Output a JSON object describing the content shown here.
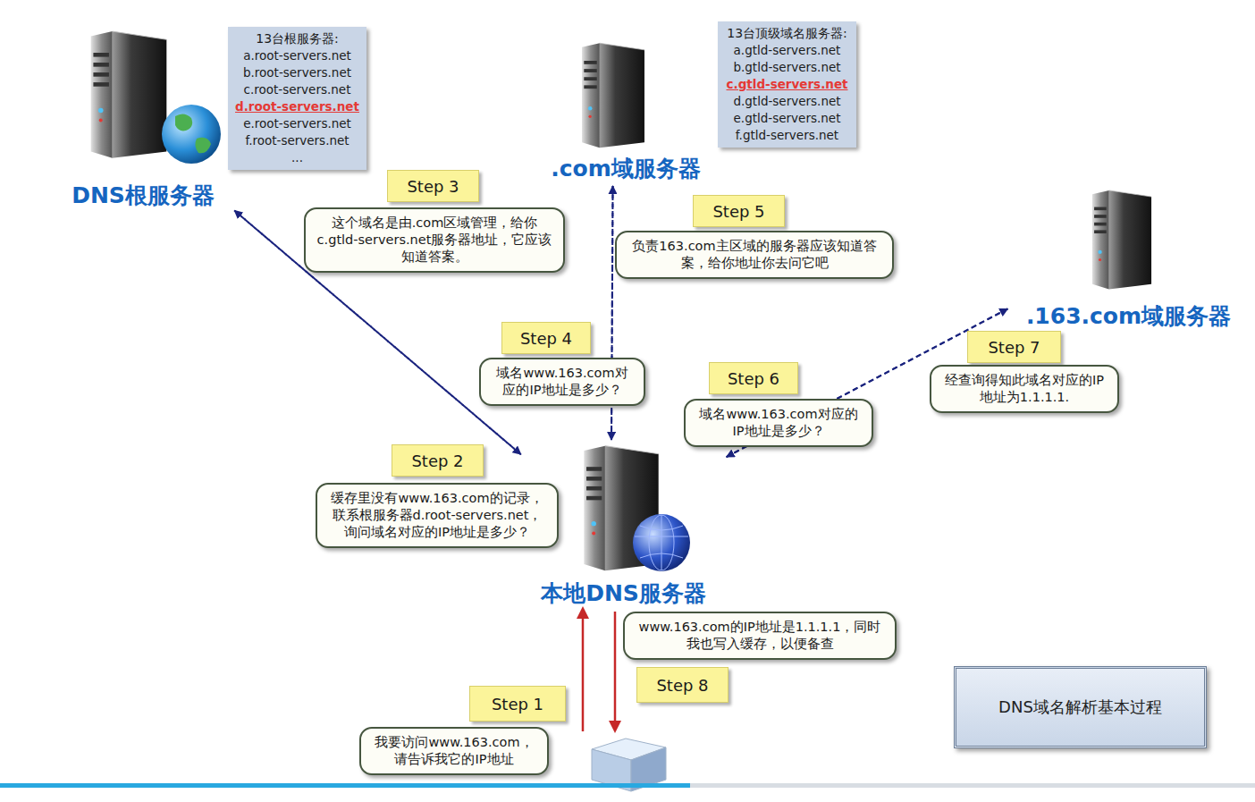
{
  "diagram": {
    "nodes": [
      {
        "text": [
          "DNS根服务器"
        ]
      },
      {
        "text": [
          "13台根服务器:",
          "a.root-servers.net",
          "b.root-servers.net",
          "c.root-servers.net",
          "d.root-servers.net",
          "e.root-servers.net",
          "f.root-servers.net",
          "..."
        ]
      },
      {
        "text": [
          ".com域服务器"
        ]
      },
      {
        "text": [
          "13台顶级域名服务器:",
          "a.gtld-servers.net",
          "b.gtld-servers.net",
          "c.gtld-servers.net",
          "d.gtld-servers.net",
          "e.gtld-servers.net",
          "f.gtld-servers.net"
        ]
      },
      {
        "text": [
          ".163.com域服务器"
        ]
      },
      {
        "text": [
          "本地DNS服务器"
        ]
      },
      {
        "text": [
          "Step 3"
        ]
      },
      {
        "text": [
          "这个域名是由.com区域管理，给你c.gtld-servers.net服务器地址，它应该知道答案。"
        ]
      },
      {
        "text": [
          "Step 5"
        ]
      },
      {
        "text": [
          "负责163.com主区域的服务器应该知道答案，给你地址你去问它吧"
        ]
      },
      {
        "text": [
          "Step 7"
        ]
      },
      {
        "text": [
          "经查询得知此域名对应的IP地址为1.1.1.1."
        ]
      },
      {
        "text": [
          "Step 4"
        ]
      },
      {
        "text": [
          "域名www.163.com对应的IP地址是多少？"
        ]
      },
      {
        "text": [
          "Step 6"
        ]
      },
      {
        "text": [
          "域名www.163.com对应的IP地址是多少？"
        ]
      },
      {
        "text": [
          "Step 2"
        ]
      },
      {
        "text": [
          "缓存里没有www.163.com的记录，联系根服务器d.root-servers.net，询问域名对应的IP地址是多少？"
        ]
      },
      {
        "text": [
          "www.163.com的IP地址是1.1.1.1，同时我也写入缓存，以便备查"
        ]
      },
      {
        "text": [
          "Step 8"
        ]
      },
      {
        "text": [
          "Step 1"
        ]
      },
      {
        "text": [
          "我要访问www.163.com，请告诉我它的IP地址"
        ]
      },
      {
        "text": [
          "DNS域名解析基本过程"
        ]
      }
    ],
    "edges": [
      {
        "from": 5,
        "to": 0,
        "arrow": "to"
      },
      {
        "from": 0,
        "to": 5,
        "arrow": "to"
      },
      {
        "from": 5,
        "to": 2,
        "arrow": "to"
      },
      {
        "from": 2,
        "to": 5,
        "arrow": "to"
      },
      {
        "from": 5,
        "to": 4,
        "arrow": "to"
      },
      {
        "from": 4,
        "to": 5,
        "arrow": "to"
      }
    ]
  }
}
